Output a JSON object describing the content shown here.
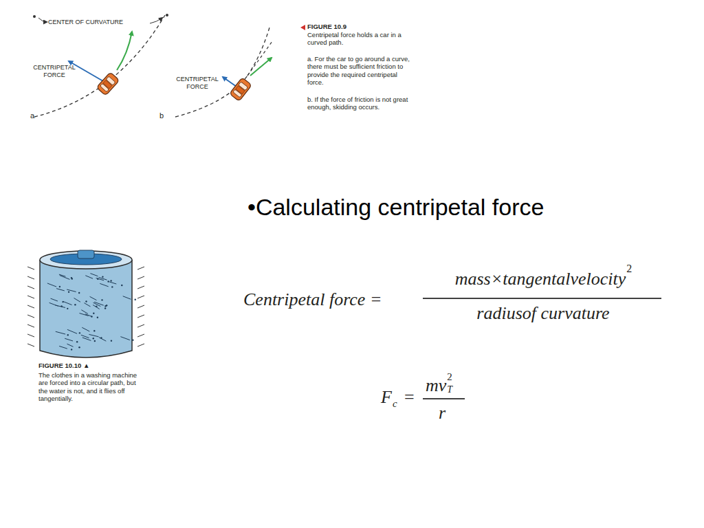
{
  "diagram": {
    "title": "•Calculating centripetal force",
    "labels": [
      "CENTER OF CURVATURE",
      "CENTRIPETAL FORCE",
      "a",
      "CENTRIPETAL FORCE",
      "b",
      "FIGURE 10.9",
      "Centripetal force holds a car in a curved path.",
      "a. For the car to go around a curve, there must be sufficient friction to provide the required centripetal force.",
      "b. If the force of friction is not great enough, skidding occurs.",
      "Centripetal force =",
      "mass×tangentalvelocity",
      "2",
      "radiusof curvature",
      "F",
      "c",
      "=",
      "mv",
      "2",
      "T",
      "r",
      "FIGURE 10.10 ▲",
      "The clothes in a washing machine are forced into a circular path, but the water is not, and it flies off tangentially."
    ]
  }
}
